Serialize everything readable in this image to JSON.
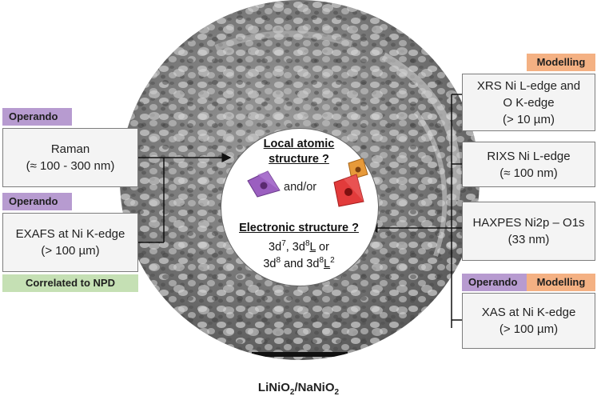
{
  "caption": {
    "main": "LiNiO",
    "sub1": "2",
    "sep": "/NaNiO",
    "sub2": "2"
  },
  "center": {
    "local_title_1": "Local atomic",
    "local_title_2": "structure ?",
    "andor": "and/or",
    "electronic_title": "Electronic structure ?",
    "line1_a": "3d",
    "line1_a_sup": "7",
    "line1_b": ", 3d",
    "line1_b_sup": "8",
    "line1_c": "L",
    "line1_d": " or",
    "line2_a": "3d",
    "line2_a_sup": "8",
    "line2_b": " and 3d",
    "line2_b_sup": "8",
    "line2_c": "L",
    "line2_c_sup": "2"
  },
  "left": {
    "operando_1": "Operando",
    "raman": {
      "line1": "Raman",
      "line2": "(≈ 100 - 300 nm)"
    },
    "operando_2": "Operando",
    "exafs": {
      "line1": "EXAFS at Ni K-edge",
      "line2": "(> 100 µm)"
    },
    "correlated": "Correlated to NPD"
  },
  "right": {
    "modelling_1": "Modelling",
    "xrs": {
      "line1": "XRS Ni L-edge and",
      "line2": "O K-edge",
      "line3": "(> 10 µm)"
    },
    "rixs": {
      "line1": "RIXS Ni L-edge",
      "line2": "(≈ 100 nm)"
    },
    "haxpes": {
      "line1": "HAXPES Ni2p – O1s",
      "line2": "(33 nm)"
    },
    "operando_3": "Operando",
    "modelling_2": "Modelling",
    "xas": {
      "line1": "XAS at Ni K-edge",
      "line2": "(> 100 µm)"
    }
  },
  "colors": {
    "purple": "#b79bd0",
    "orange": "#f4b183",
    "green": "#c5e0b4",
    "box_fill": "#f4f4f4"
  }
}
